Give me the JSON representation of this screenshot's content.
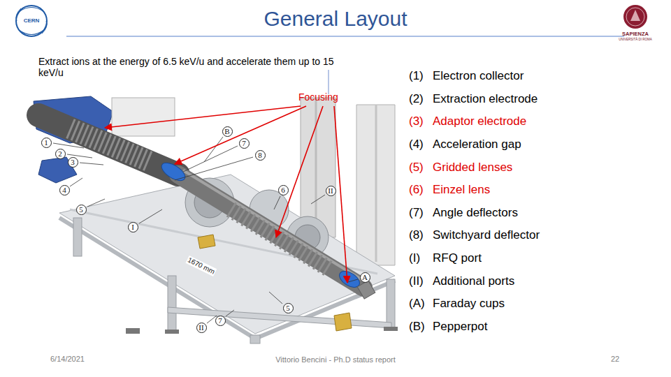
{
  "diagram": {
    "title": "General Layout",
    "nodes": [
      {
        "text": [
          "B"
        ]
      },
      {
        "text": [
          "1"
        ]
      },
      {
        "text": [
          "7"
        ]
      },
      {
        "text": [
          "2"
        ]
      },
      {
        "text": [
          "8"
        ]
      },
      {
        "text": [
          "3"
        ]
      },
      {
        "text": [
          "6"
        ]
      },
      {
        "text": [
          "II"
        ]
      },
      {
        "text": [
          "4"
        ]
      },
      {
        "text": [
          "5"
        ]
      },
      {
        "text": [
          "I"
        ]
      },
      {
        "text": [
          "A"
        ]
      },
      {
        "text": [
          "5"
        ]
      },
      {
        "text": [
          "7"
        ]
      },
      {
        "text": [
          "II"
        ]
      }
    ],
    "labels": [
      "CERN",
      "SAPIENZA",
      "UNIVERSITÀ DI ROMA",
      "Extract ions at the energy of 6.5 keV/u and accelerate them up to 15 keV/u",
      "Focusing",
      "(1)",
      "Electron collector",
      "(2)",
      "Extraction electrode",
      "(3)",
      "Adaptor electrode",
      "(4)",
      "Acceleration gap",
      "(5)",
      "Gridded lenses",
      "(6)",
      "Einzel lens",
      "(7)",
      "Angle deflectors",
      "(8)",
      "Switchyard deflector",
      "(I)",
      "RFQ port",
      "(II)",
      "Additional ports",
      "(A)",
      "Faraday cups",
      "(B)",
      "Pepperpot",
      "1670 mm",
      "6/14/2021",
      "Vittorio Bencini - Ph.D status report",
      "22"
    ]
  }
}
